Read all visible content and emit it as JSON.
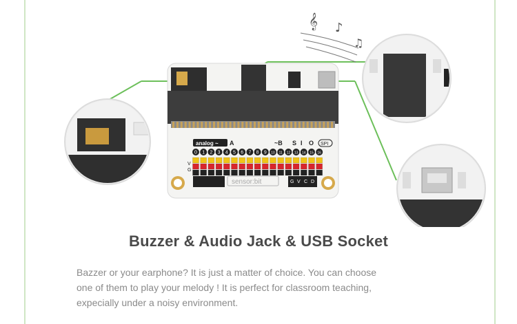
{
  "board": {
    "brand": "sensor:bit",
    "analog_label": "analog ~",
    "analog_letter": "A",
    "b_label": "~B",
    "s_label": "S",
    "i_label": "I",
    "o_label": "O",
    "spi_label": "SPI",
    "pin_numbers": [
      "0",
      "1",
      "2",
      "3",
      "4",
      "5",
      "6",
      "7",
      "8",
      "9",
      "10",
      "11",
      "12",
      "13",
      "14",
      "15",
      "16"
    ],
    "v_label": "V",
    "g_label": "G",
    "bottom_labels": [
      "G",
      "V",
      "C",
      "D"
    ]
  },
  "feature": {
    "title": "Buzzer & Audio Jack & USB Socket",
    "description_lines": [
      "Bazzer or your earphone? It is just a matter of choice. You can choose",
      "one of them to play your melody ! It is perfect for classroom teaching,",
      "expecially under a noisy environment."
    ]
  },
  "colors": {
    "accent_green": "#6cbf5a",
    "pin_yellow": "#f0c419",
    "pin_red": "#d8262c",
    "pin_black": "#222222",
    "pcb_white": "#f4f4f2"
  }
}
